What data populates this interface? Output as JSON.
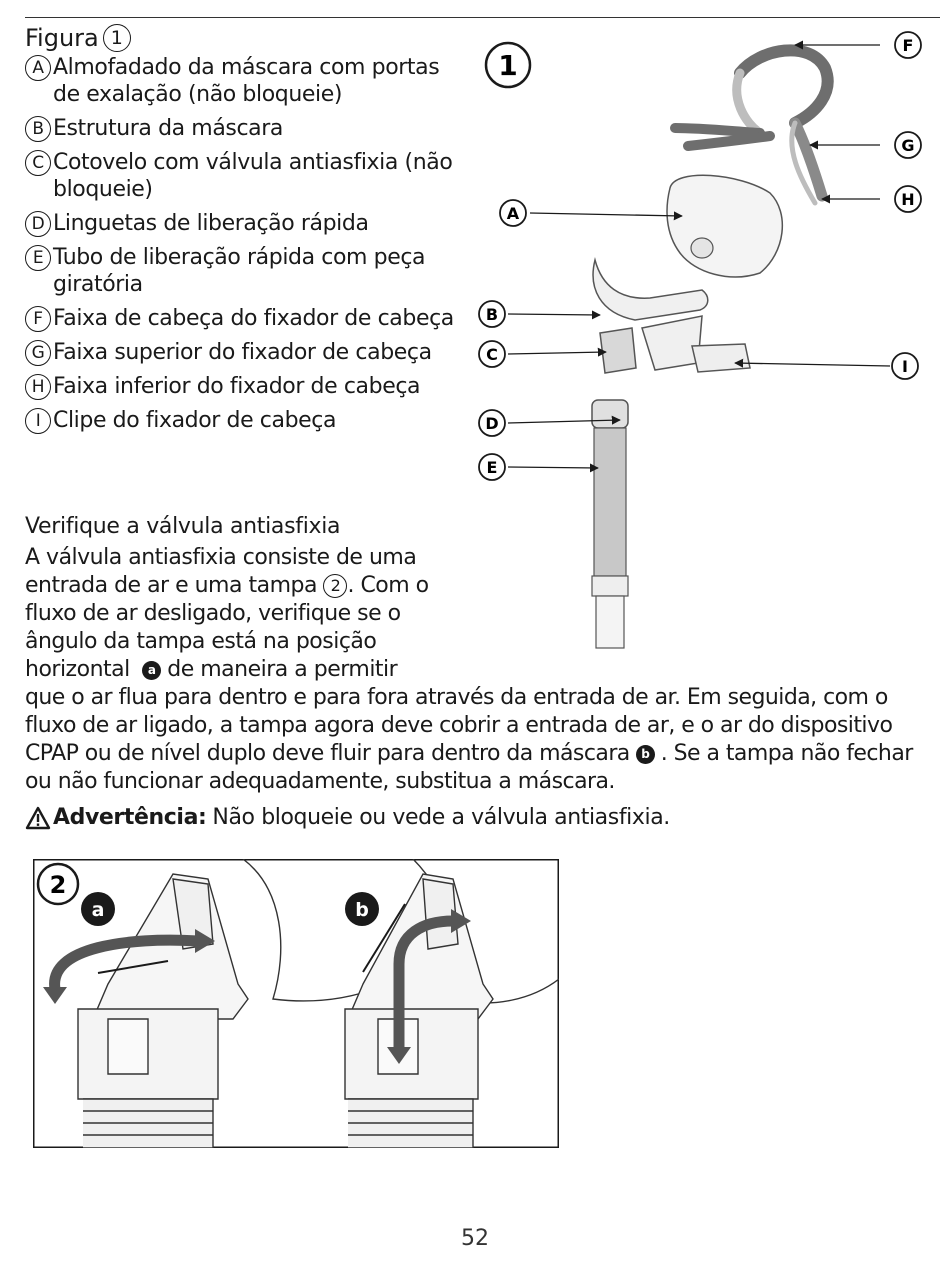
{
  "figure1": {
    "title_prefix": "Figura",
    "number": "1",
    "callouts": [
      "A",
      "B",
      "C",
      "D",
      "E",
      "F",
      "G",
      "H",
      "I"
    ]
  },
  "legend": [
    {
      "letter": "A",
      "text": "Almofadado da máscara com portas de exalação (não bloqueie)"
    },
    {
      "letter": "B",
      "text": "Estrutura da máscara"
    },
    {
      "letter": "C",
      "text": "Cotovelo com válvula antiasfixia (não bloqueie)"
    },
    {
      "letter": "D",
      "text": "Linguetas de liberação rápida"
    },
    {
      "letter": "E",
      "text": "Tubo de liberação rápida com peça giratória"
    },
    {
      "letter": "F",
      "text": "Faixa de cabeça do fixador de cabeça"
    },
    {
      "letter": "G",
      "text": "Faixa superior do fixador de cabeça"
    },
    {
      "letter": "H",
      "text": "Faixa inferior do fixador de cabeça"
    },
    {
      "letter": "I",
      "text": "Clipe do fixador de cabeça"
    }
  ],
  "section": {
    "title": "Verifique a válvula antiasfixia",
    "para_part1": "A válvula antiasfixia consiste de uma entrada de ar e uma tampa",
    "para_fig_ref": "2",
    "para_part2": ". Com o fluxo de ar desligado, verifique se o ângulo da tampa está na posição horizontal",
    "marker_a": "a",
    "para_part3": "de maneira a permitir",
    "para_part4": "que o ar flua para dentro e para fora através da entrada de ar. Em seguida, com o fluxo de ar ligado, a tampa agora deve cobrir a entrada de ar, e o ar do dispositivo CPAP ou de nível duplo deve fluir para dentro da máscara",
    "marker_b": "b",
    "para_part5": ". Se a tampa não fechar ou não funcionar adequadamente, substitua a máscara."
  },
  "warning": {
    "label": "Advertência:",
    "text": "Não bloqueie ou vede a válvula antiasfixia."
  },
  "figure2": {
    "number": "2",
    "label_a": "a",
    "label_b": "b"
  },
  "page_number": "52"
}
